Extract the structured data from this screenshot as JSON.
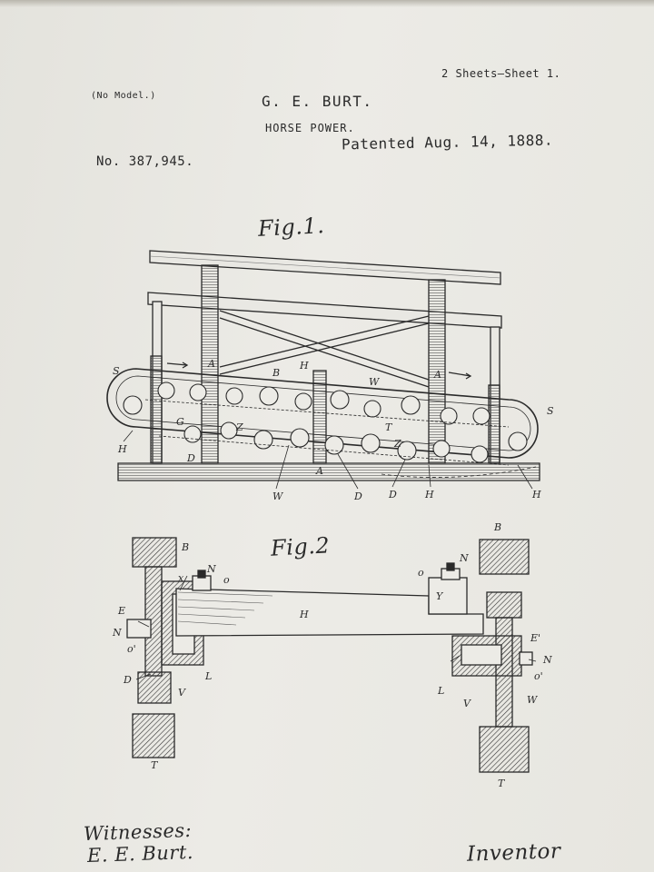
{
  "header": {
    "sheets": "2 Sheets—Sheet 1.",
    "no_model": "(No Model.)",
    "inventor": "G. E. BURT.",
    "title": "HORSE POWER.",
    "patent_number": "No. 387,945.",
    "patented": "Patented Aug. 14, 1888."
  },
  "figures": {
    "fig1_label": "Fig.1.",
    "fig2_label": "Fig.2",
    "fig1_letters": [
      "A",
      "A",
      "A",
      "B",
      "H",
      "W",
      "S",
      "S",
      "H",
      "G",
      "D",
      "Z",
      "T",
      "W",
      "D",
      "D",
      "H",
      "H",
      "Z"
    ],
    "fig2_letters": [
      "B",
      "B",
      "N",
      "N",
      "o",
      "o",
      "x",
      "H",
      "Y",
      "E",
      "E'",
      "N",
      "N",
      "o'",
      "o'",
      "D",
      "L",
      "L",
      "V",
      "V",
      "W",
      "T",
      "T"
    ]
  },
  "footer": {
    "witnesses_label": "Witnesses:",
    "witness_name": "E. E. Burt.",
    "inventor_label": "Inventor"
  },
  "colors": {
    "ink": "#2a2a2a",
    "paper": "#ebeae5",
    "background": "#dedcd4"
  }
}
